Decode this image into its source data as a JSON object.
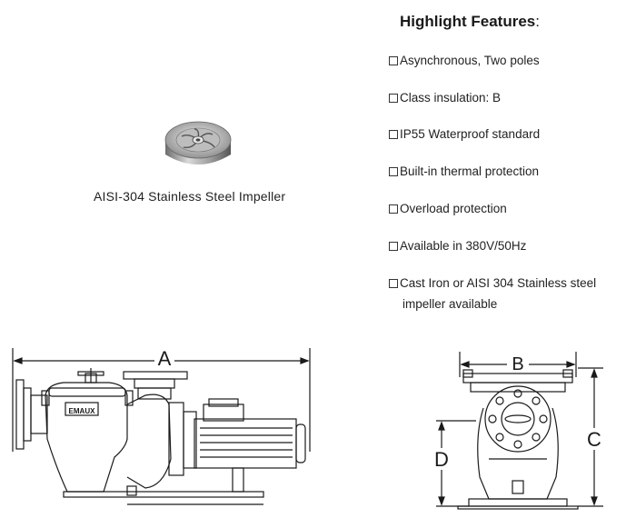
{
  "highlight": {
    "title": "Highlight Features",
    "title_suffix": ":",
    "items": [
      "Asynchronous, Two poles",
      "Class insulation: B",
      "IP55 Waterproof standard",
      "Built-in thermal protection",
      "Overload protection",
      "Available in 380V/50Hz",
      "Cast Iron or AISI 304 Stainless steel"
    ],
    "last_item_continuation": "impeller available"
  },
  "impeller": {
    "caption": "AISI-304 Stainless Steel Impeller"
  },
  "drawing": {
    "brand": "EMAUX",
    "dim_a": "A",
    "dim_b": "B",
    "dim_c": "C",
    "dim_d": "D"
  }
}
